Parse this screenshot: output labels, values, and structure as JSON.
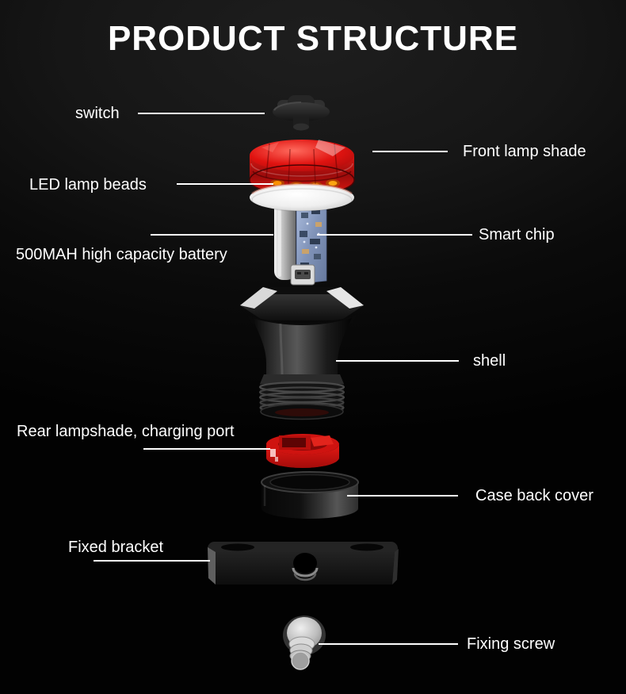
{
  "title": "PRODUCT STRUCTURE",
  "labels": {
    "switch": "switch",
    "front_lamp_shade": "Front lamp shade",
    "led_lamp_beads": "LED lamp beads",
    "smart_chip": "Smart chip",
    "battery": "500MAH high capacity battery",
    "shell": "shell",
    "rear_lampshade": "Rear lampshade, charging port",
    "case_back_cover": "Case back cover",
    "fixed_bracket": "Fixed bracket",
    "fixing_screw": "Fixing screw"
  },
  "colors": {
    "background": "#0c0c0c",
    "label_text": "#ffffff",
    "leader_line": "#ffffff",
    "lamp_shade_red": "#d41410",
    "rear_lampshade_red": "#cc1210",
    "led_glow_orange": "#ff9a00",
    "battery_silver": "#c9c9c9",
    "pcb_blue": "#8fa3c8",
    "shell_black": "#1d1d1d",
    "screw_silver": "#c0c0c0"
  }
}
